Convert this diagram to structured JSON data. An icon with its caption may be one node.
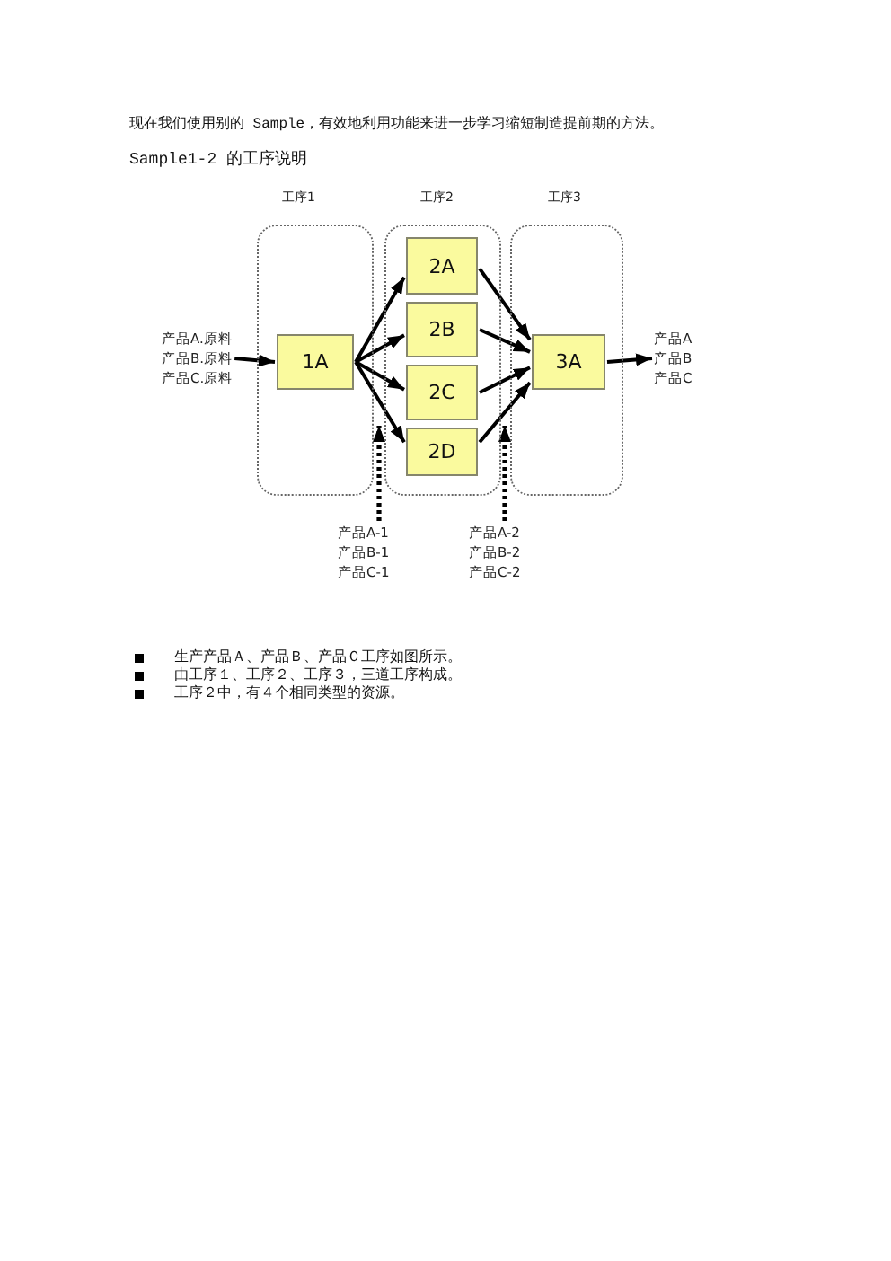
{
  "diagram": {
    "title": "Sample1-2 的工序说明",
    "nodes": [
      {
        "text": [
          "产品A.原料",
          "产品B.原料",
          "产品C.原料"
        ]
      },
      {
        "text": [
          "工序1"
        ]
      },
      {
        "text": [
          "1A"
        ],
        "in": 1
      },
      {
        "text": [
          "工序2"
        ]
      },
      {
        "text": [
          "2A"
        ],
        "in": 3
      },
      {
        "text": [
          "2B"
        ],
        "in": 3
      },
      {
        "text": [
          "2C"
        ],
        "in": 3
      },
      {
        "text": [
          "2D"
        ],
        "in": 3
      },
      {
        "text": [
          "工序3"
        ]
      },
      {
        "text": [
          "3A"
        ],
        "in": 8
      },
      {
        "text": [
          "产品A",
          "产品B",
          "产品C"
        ]
      },
      {
        "text": [
          "产品A-1",
          "产品B-1",
          "产品C-1"
        ]
      },
      {
        "text": [
          "产品A-2",
          "产品B-2",
          "产品C-2"
        ]
      }
    ],
    "edges": [
      {
        "from": 0,
        "to": 2,
        "arrow": "to"
      },
      {
        "from": 2,
        "to": 4,
        "arrow": "to"
      },
      {
        "from": 2,
        "to": 5,
        "arrow": "to"
      },
      {
        "from": 2,
        "to": 6,
        "arrow": "to"
      },
      {
        "from": 2,
        "to": 7,
        "arrow": "to"
      },
      {
        "from": 4,
        "to": 9,
        "arrow": "to"
      },
      {
        "from": 5,
        "to": 9,
        "arrow": "to"
      },
      {
        "from": 6,
        "to": 9,
        "arrow": "to"
      },
      {
        "from": 7,
        "to": 9,
        "arrow": "to"
      },
      {
        "from": 9,
        "to": 10,
        "arrow": "to"
      },
      {
        "from": 11,
        "to": 3,
        "arrow": "to",
        "style": "dashed"
      },
      {
        "from": 12,
        "to": 8,
        "arrow": "to",
        "style": "dashed"
      }
    ],
    "labels": [
      "现在我们使用别的 Sample，有效地利用功能来进一步学习缩短制造提前期的方法。",
      "生产产品Ａ、产品Ｂ、产品Ｃ工序如图所示。",
      "由工序１、工序２、工序３，三道工序构成。",
      "工序２中，有４个相同类型的资源。"
    ]
  }
}
